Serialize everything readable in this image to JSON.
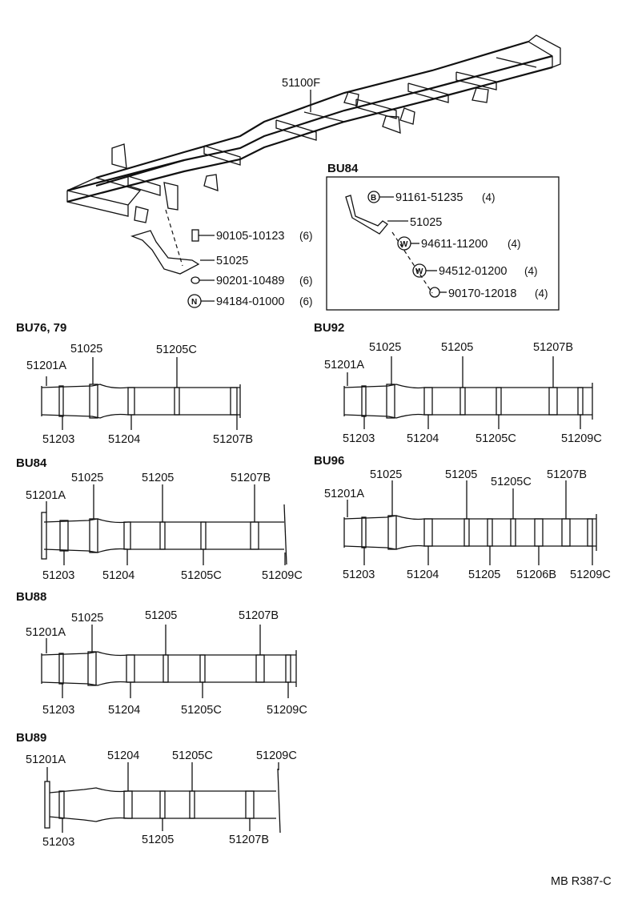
{
  "main_frame": {
    "part": "51100F",
    "hardware": [
      {
        "part": "90105-10123",
        "qty": "(6)",
        "symbol": ""
      },
      {
        "part": "51025",
        "qty": "",
        "symbol": ""
      },
      {
        "part": "90201-10489",
        "qty": "(6)",
        "symbol": ""
      },
      {
        "part": "94184-01000",
        "qty": "(6)",
        "symbol": "N"
      }
    ]
  },
  "inset": {
    "title": "BU84",
    "items": [
      {
        "part": "91161-51235",
        "qty": "(4)",
        "symbol": "B"
      },
      {
        "part": "51025",
        "qty": "",
        "symbol": ""
      },
      {
        "part": "94611-11200",
        "qty": "(4)",
        "symbol": "W"
      },
      {
        "part": "94512-01200",
        "qty": "(4)",
        "symbol": "W"
      },
      {
        "part": "90170-12018",
        "qty": "(4)",
        "symbol": ""
      }
    ]
  },
  "variants": [
    {
      "title": "BU76, 79",
      "top": [
        "51201A",
        "51025",
        "51205C"
      ],
      "bottom": [
        "51203",
        "51204",
        "51207B"
      ]
    },
    {
      "title": "BU92",
      "top": [
        "51201A",
        "51025",
        "51205",
        "51207B"
      ],
      "bottom": [
        "51203",
        "51204",
        "51205C",
        "51209C"
      ]
    },
    {
      "title": "BU84",
      "top": [
        "51201A",
        "51025",
        "51205",
        "51207B"
      ],
      "bottom": [
        "51203",
        "51204",
        "51205C",
        "51209C"
      ]
    },
    {
      "title": "BU96",
      "top": [
        "51201A",
        "51025",
        "51205",
        "51205C",
        "51207B"
      ],
      "bottom": [
        "51203",
        "51204",
        "51205",
        "51206B",
        "51209C"
      ]
    },
    {
      "title": "BU88",
      "top": [
        "51201A",
        "51025",
        "51205",
        "51207B"
      ],
      "bottom": [
        "51203",
        "51204",
        "51205C",
        "51209C"
      ]
    },
    {
      "title": "BU89",
      "top": [
        "51201A",
        "51204",
        "51205C",
        "51209C"
      ],
      "bottom": [
        "51203",
        "51205",
        "51207B"
      ]
    }
  ],
  "footer": {
    "code": "MB R387-C"
  }
}
